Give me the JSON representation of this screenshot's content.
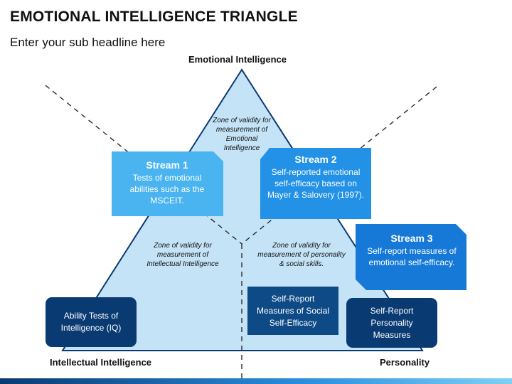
{
  "header": {
    "title": "EMOTIONAL INTELLIGENCE TRIANGLE",
    "subtitle": "Enter your sub headline here"
  },
  "corners": {
    "top": "Emotional Intelligence",
    "bottom_left": "Intellectual Intelligence",
    "bottom_right": "Personality"
  },
  "zones": {
    "top": "Zone of validity for measurement of Emotional Intelligence",
    "left": "Zone of validity for measurement of Intellectual Intelligence",
    "right": "Zone of validity for measurement of personality & social skills."
  },
  "streams": [
    {
      "heading": "Stream 1",
      "text": "Tests of emotional abilities such as the MSCEIT."
    },
    {
      "heading": "Stream 2",
      "text": "Self-reported emotional self-efficacy based on Mayer & Salovery (1997)."
    },
    {
      "heading": "Stream 3",
      "text": "Self-report measures of emotional self-efficacy."
    }
  ],
  "boxes": {
    "left": "Ability Tests of Intelligence (IQ)",
    "middle": "Self-Report Measures of Social Self-Efficacy",
    "right": "Self-Report Personality Measures"
  },
  "colors": {
    "triangle_fill": "#c4e3f7",
    "triangle_stroke": "#0a3a72",
    "stream1": "#4ab4f0",
    "stream2": "#2291e6",
    "stream3": "#1679d8",
    "dark_box": "#0a3a72"
  }
}
